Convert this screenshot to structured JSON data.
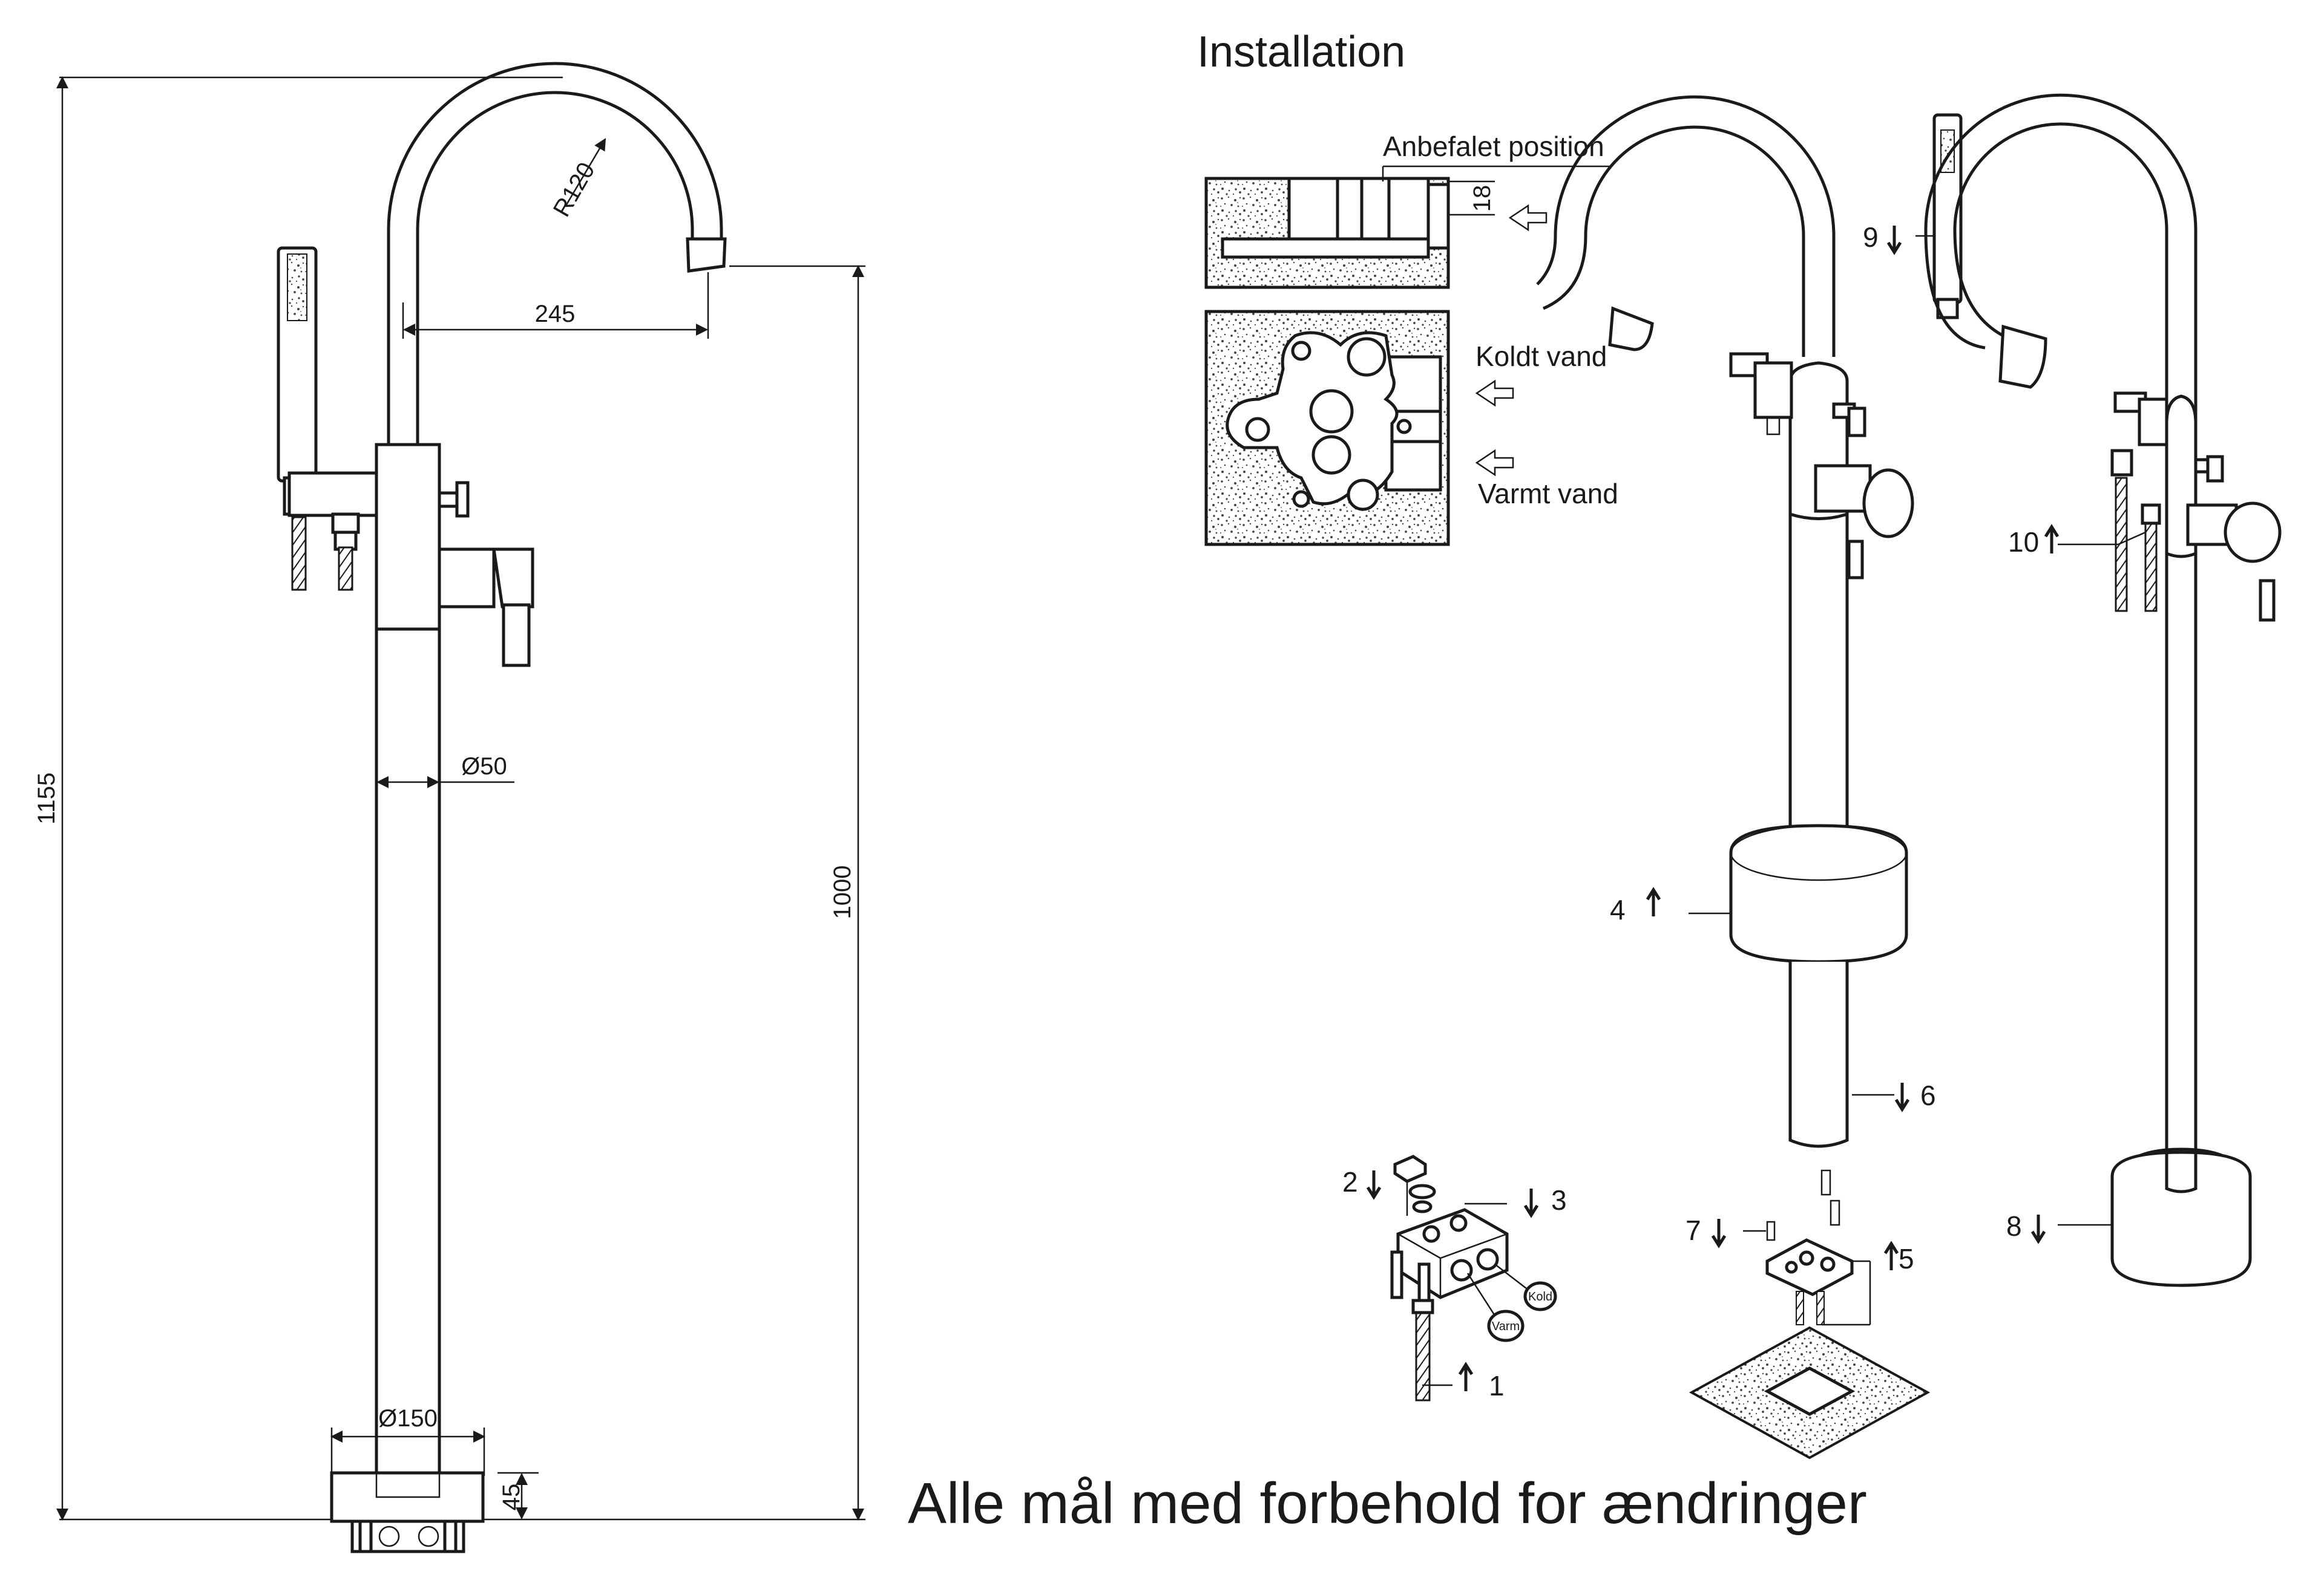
{
  "title": "Installation",
  "footer_note": "Alle mål med forbehold for ændringer",
  "dimensions": {
    "overall_height": "1155",
    "spout_height": "1000",
    "spout_reach": "245",
    "spout_radius": "R120",
    "pipe_diameter": "Ø50",
    "base_diameter": "Ø150",
    "base_height": "45",
    "wall_depth": "18"
  },
  "installation_notes": {
    "recommended_position": "Anbefalet position",
    "cold_water": "Koldt vand",
    "hot_water": "Varmt vand",
    "bracket_cold": "Kold",
    "bracket_hot": "Varm"
  },
  "steps": [
    {
      "number": "1",
      "direction": "up"
    },
    {
      "number": "2",
      "direction": "down"
    },
    {
      "number": "3",
      "direction": "down"
    },
    {
      "number": "4",
      "direction": "up"
    },
    {
      "number": "5",
      "direction": "up"
    },
    {
      "number": "6",
      "direction": "down"
    },
    {
      "number": "7",
      "direction": "down"
    },
    {
      "number": "8",
      "direction": "down"
    },
    {
      "number": "9",
      "direction": "down"
    },
    {
      "number": "10",
      "direction": "up"
    }
  ],
  "colors": {
    "line": "#1a1a1a",
    "background": "#ffffff",
    "texture": "#555555"
  }
}
